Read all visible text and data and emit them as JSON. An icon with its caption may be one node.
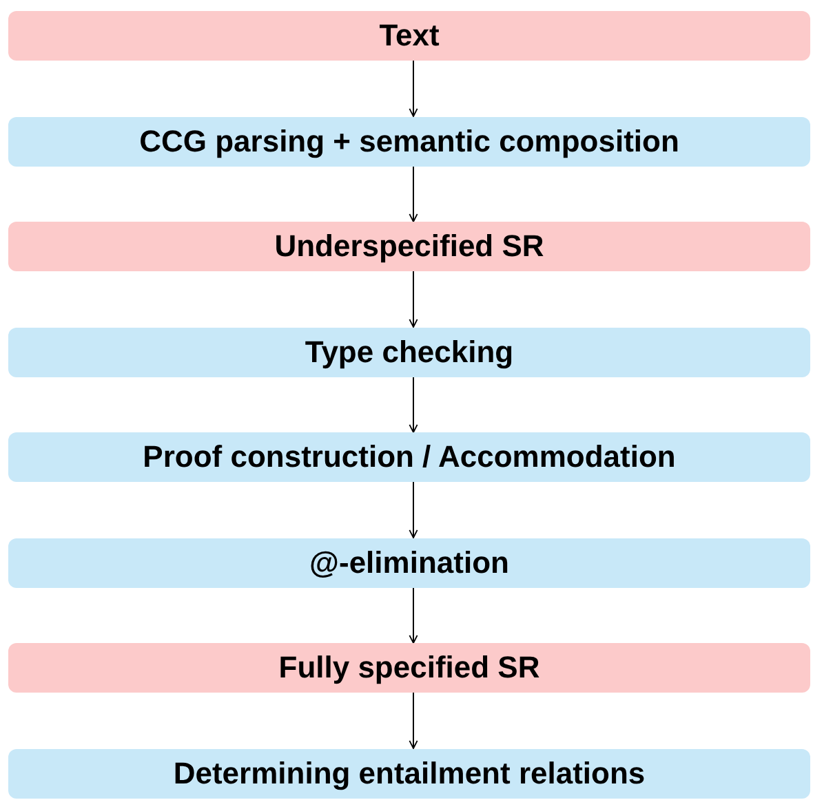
{
  "diagram": {
    "nodes": [
      {
        "text": [
          "Text"
        ]
      },
      {
        "text": [
          "CCG parsing + semantic composition"
        ]
      },
      {
        "text": [
          "Underspecified SR"
        ]
      },
      {
        "text": [
          "Type checking"
        ]
      },
      {
        "text": [
          "Proof construction / Accommodation"
        ]
      },
      {
        "text": [
          "@-elimination"
        ]
      },
      {
        "text": [
          "Fully specified SR"
        ]
      },
      {
        "text": [
          "Determining entailment relations"
        ]
      }
    ],
    "edges": [
      {
        "from": 0,
        "to": 1,
        "arrow": "to"
      },
      {
        "from": 1,
        "to": 2,
        "arrow": "to"
      },
      {
        "from": 2,
        "to": 3,
        "arrow": "to"
      },
      {
        "from": 3,
        "to": 4,
        "arrow": "to"
      },
      {
        "from": 4,
        "to": 5,
        "arrow": "to"
      },
      {
        "from": 5,
        "to": 6,
        "arrow": "to"
      },
      {
        "from": 6,
        "to": 7,
        "arrow": "to"
      }
    ]
  }
}
